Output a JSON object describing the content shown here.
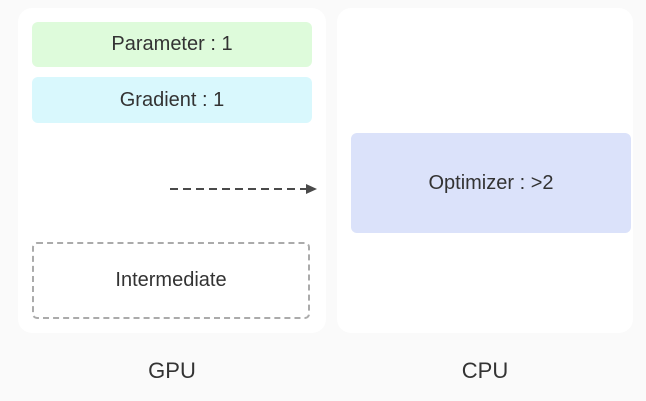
{
  "diagram": {
    "gpu_panel": {
      "label": "GPU",
      "parameter_block": "Parameter : 1",
      "gradient_block": "Gradient : 1",
      "intermediate_block": "Intermediate"
    },
    "cpu_panel": {
      "label": "CPU",
      "optimizer_block": "Optimizer : >2"
    },
    "arrow": {
      "direction": "right",
      "style": "dashed"
    }
  },
  "colors": {
    "page_background": "#fafafa",
    "panel_background": "#ffffff",
    "parameter_bg": "#defbdb",
    "gradient_bg": "#d9f8fd",
    "optimizer_bg": "#dbe2fa",
    "dashed_border": "#ababab",
    "arrow_stroke": "#4a4a4a",
    "text": "#333333"
  }
}
